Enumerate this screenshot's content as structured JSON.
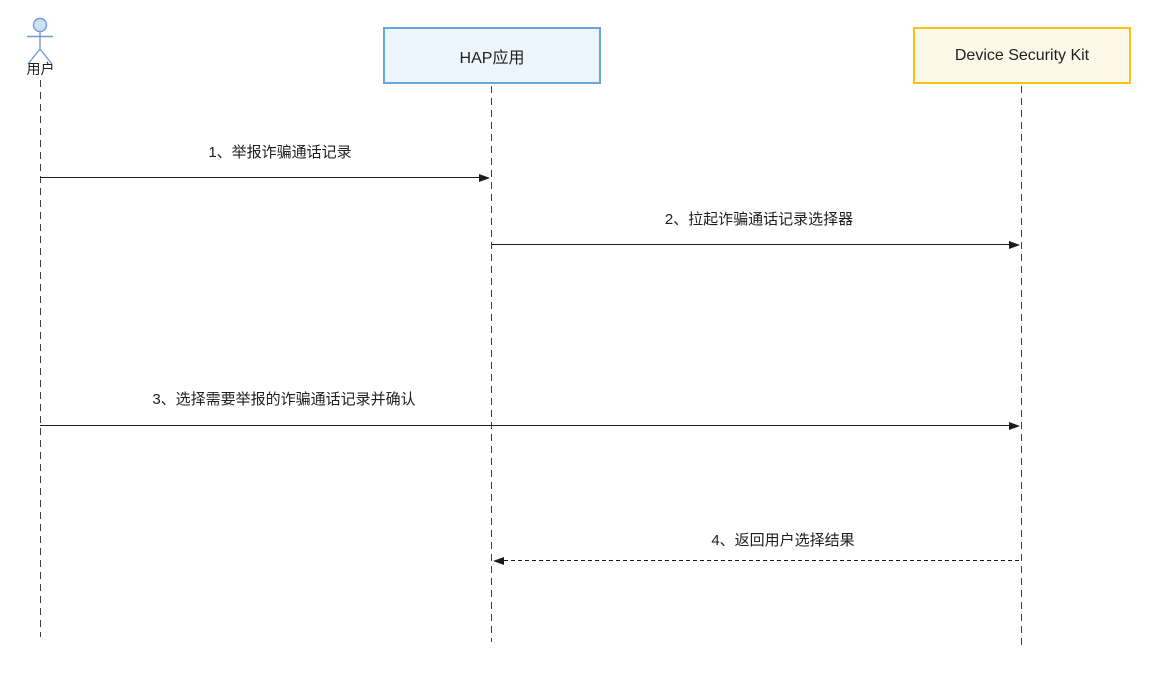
{
  "diagram": {
    "type": "sequence-diagram",
    "actors": {
      "user": {
        "label": "用户",
        "kind": "actor"
      },
      "hap": {
        "label": "HAP应用",
        "kind": "participant"
      },
      "dsk": {
        "label": "Device Security Kit",
        "kind": "participant"
      }
    },
    "messages": [
      {
        "label": "1、举报诈骗通话记录",
        "from": "用户",
        "to": "HAP应用",
        "line": "solid"
      },
      {
        "label": "2、拉起诈骗通话记录选择器",
        "from": "HAP应用",
        "to": "Device Security Kit",
        "line": "solid"
      },
      {
        "label": "3、选择需要举报的诈骗通话记录并确认",
        "from": "用户",
        "to": "Device Security Kit",
        "line": "solid"
      },
      {
        "label": "4、返回用户选择结果",
        "from": "Device Security Kit",
        "to": "HAP应用",
        "line": "dashed"
      }
    ],
    "colors": {
      "hap_fill": "#ecf5fc",
      "hap_border": "#6aa5dc",
      "dsk_fill": "#fdf9e8",
      "dsk_border": "#f7c119",
      "message_line": "#1c1c1c",
      "lifeline": "#3f3f3f",
      "actor_stroke": "#6f9bd1",
      "actor_head_fill": "#cfe0f1",
      "text": "#1f1f1f"
    }
  }
}
